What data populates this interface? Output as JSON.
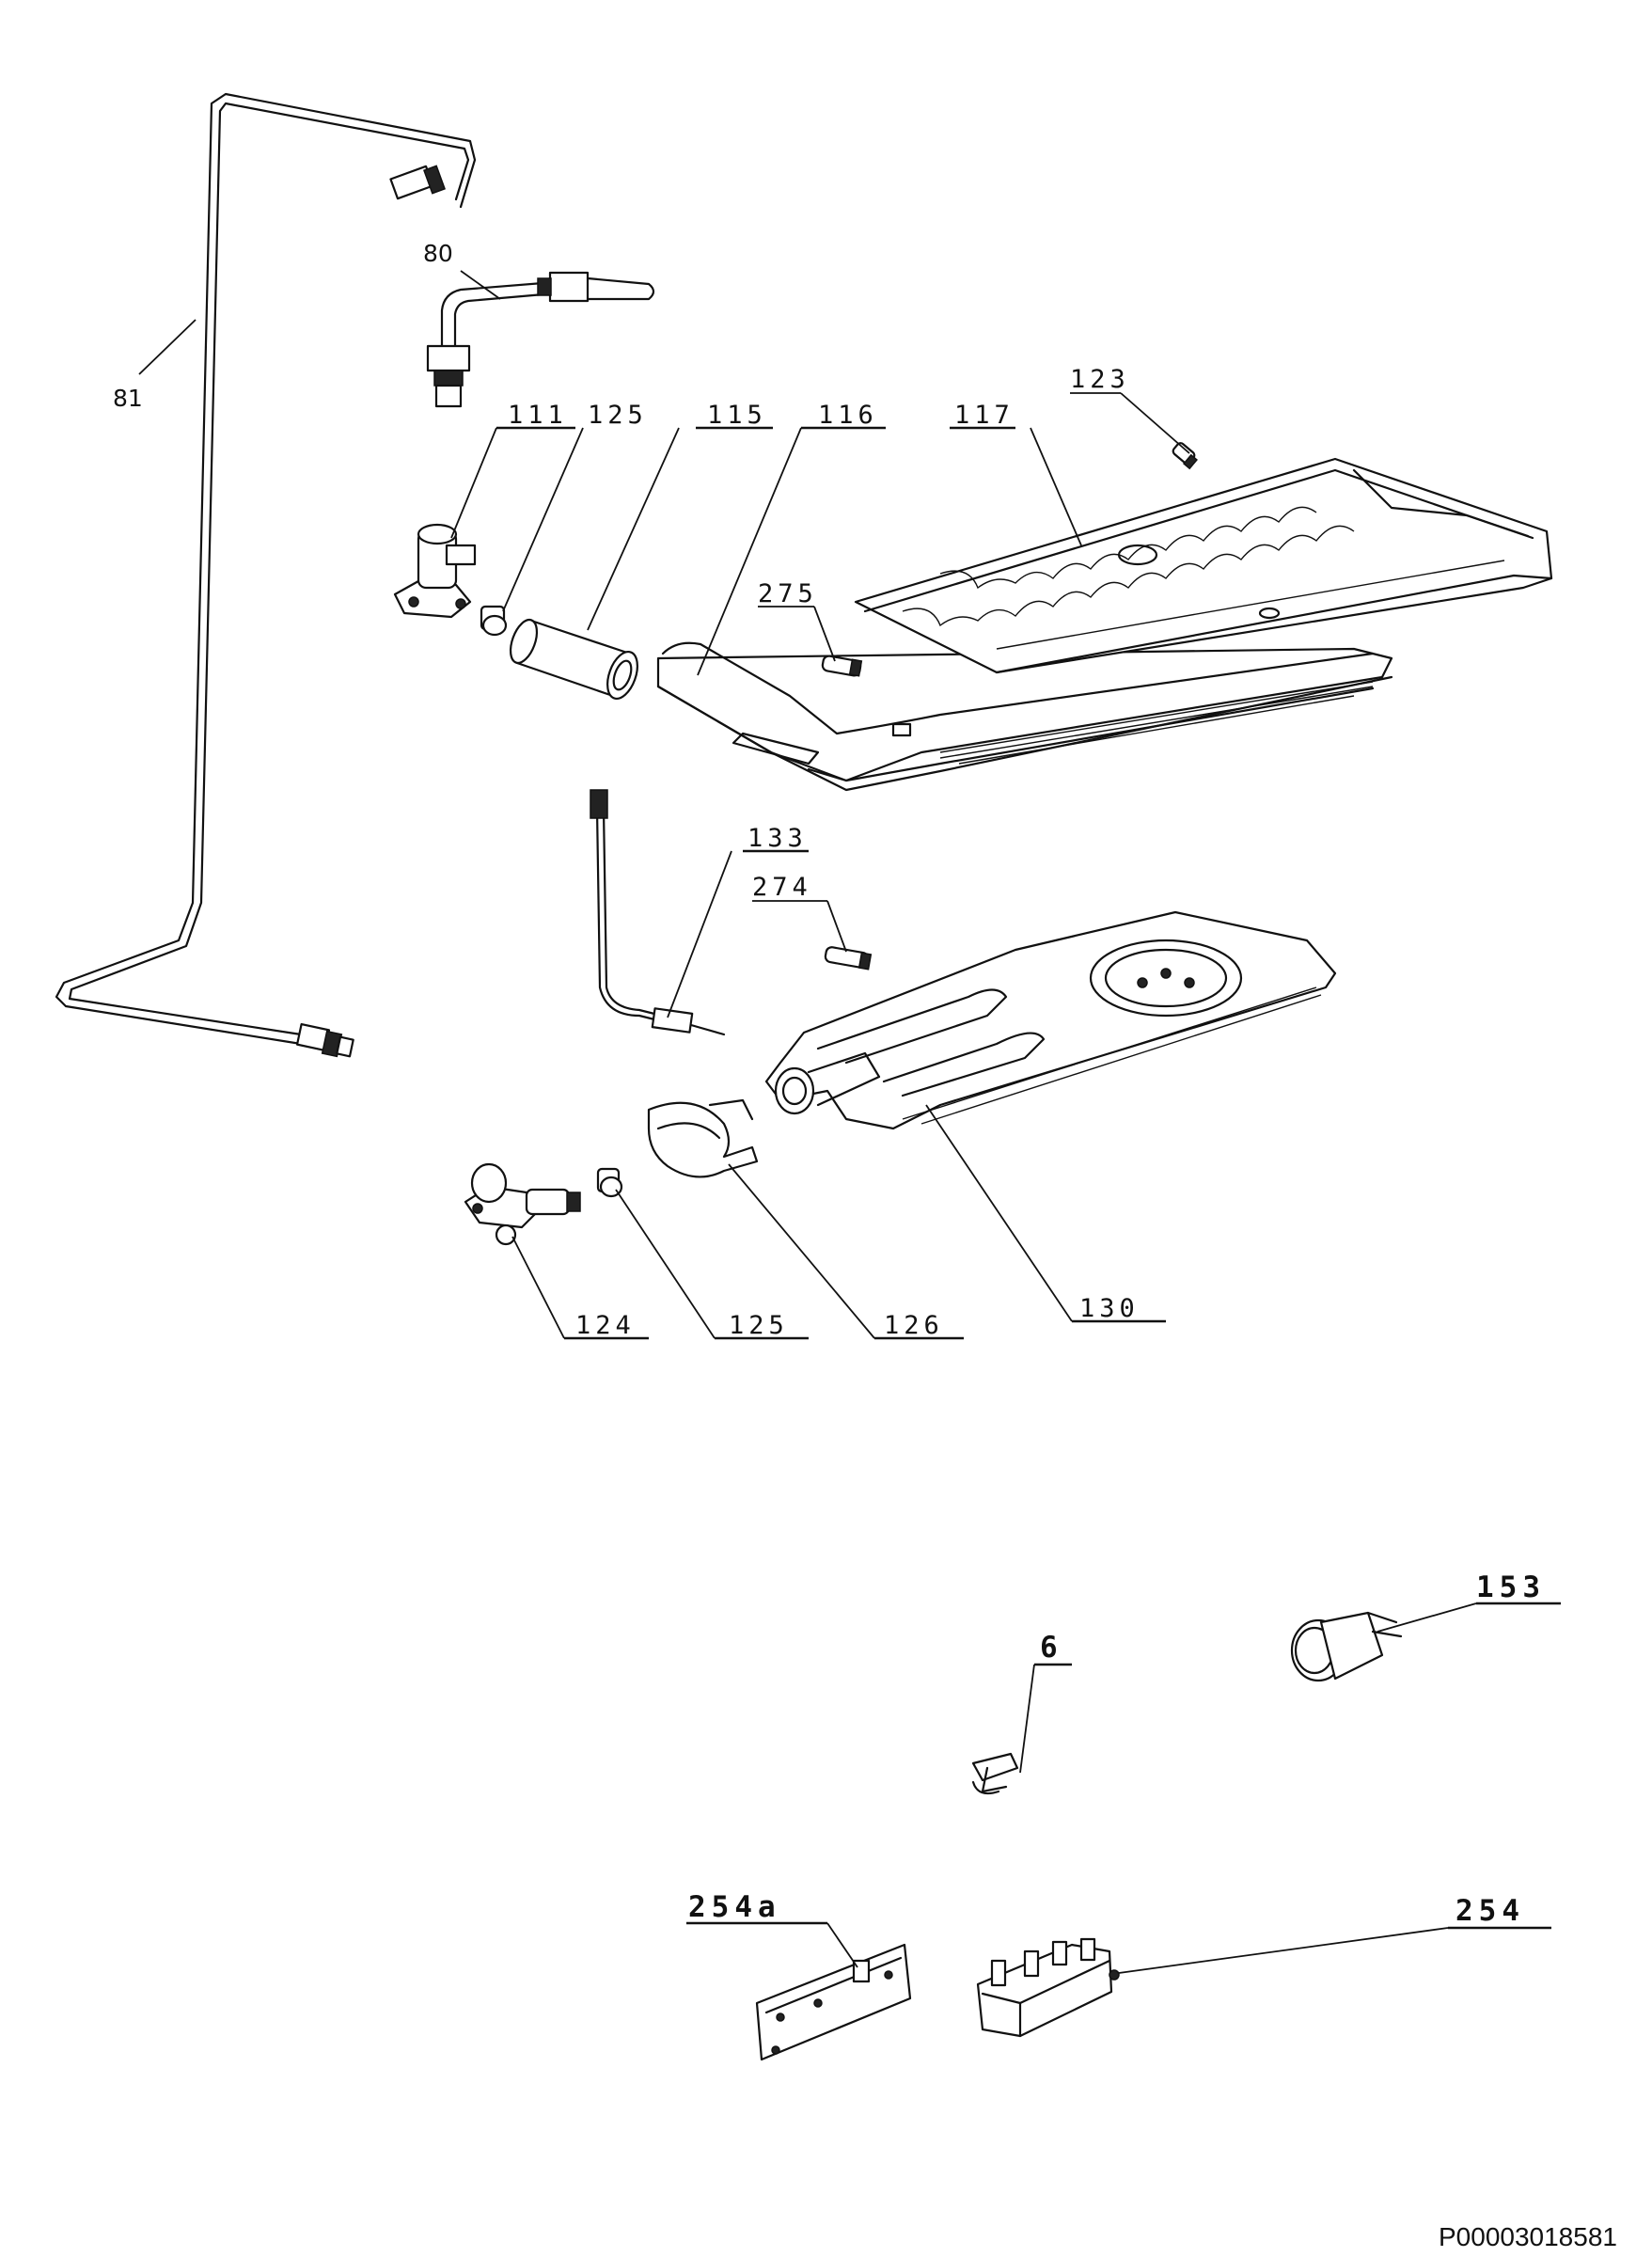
{
  "callouts": {
    "c6": "6",
    "c80": "80",
    "c81": "81",
    "c111": "111",
    "c115": "115",
    "c116": "116",
    "c117": "117",
    "c123": "123",
    "c124": "124",
    "c125a": "125",
    "c125b": "125",
    "c126": "126",
    "c130": "130",
    "c133": "133",
    "c153": "153",
    "c254": "254",
    "c254a": "254a",
    "c274": "274",
    "c275": "275"
  },
  "reference": "P00003018581"
}
